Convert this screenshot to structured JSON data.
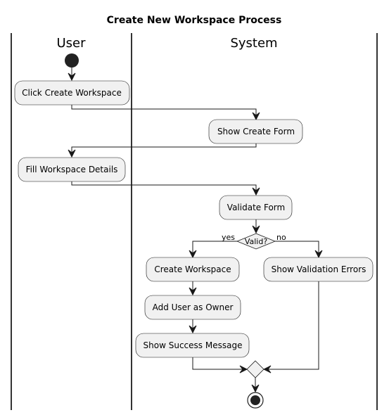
{
  "title": "Create New Workspace Process",
  "swimlanes": [
    {
      "label": "User"
    },
    {
      "label": "System"
    }
  ],
  "activities": {
    "click_create": "Click Create Workspace",
    "show_form": "Show Create Form",
    "fill_details": "Fill Workspace Details",
    "validate": "Validate Form",
    "create_ws": "Create Workspace",
    "add_owner": "Add User as Owner",
    "success": "Show Success Message",
    "errors": "Show Validation Errors"
  },
  "decision": {
    "label": "Valid?",
    "yes": "yes",
    "no": "no"
  }
}
